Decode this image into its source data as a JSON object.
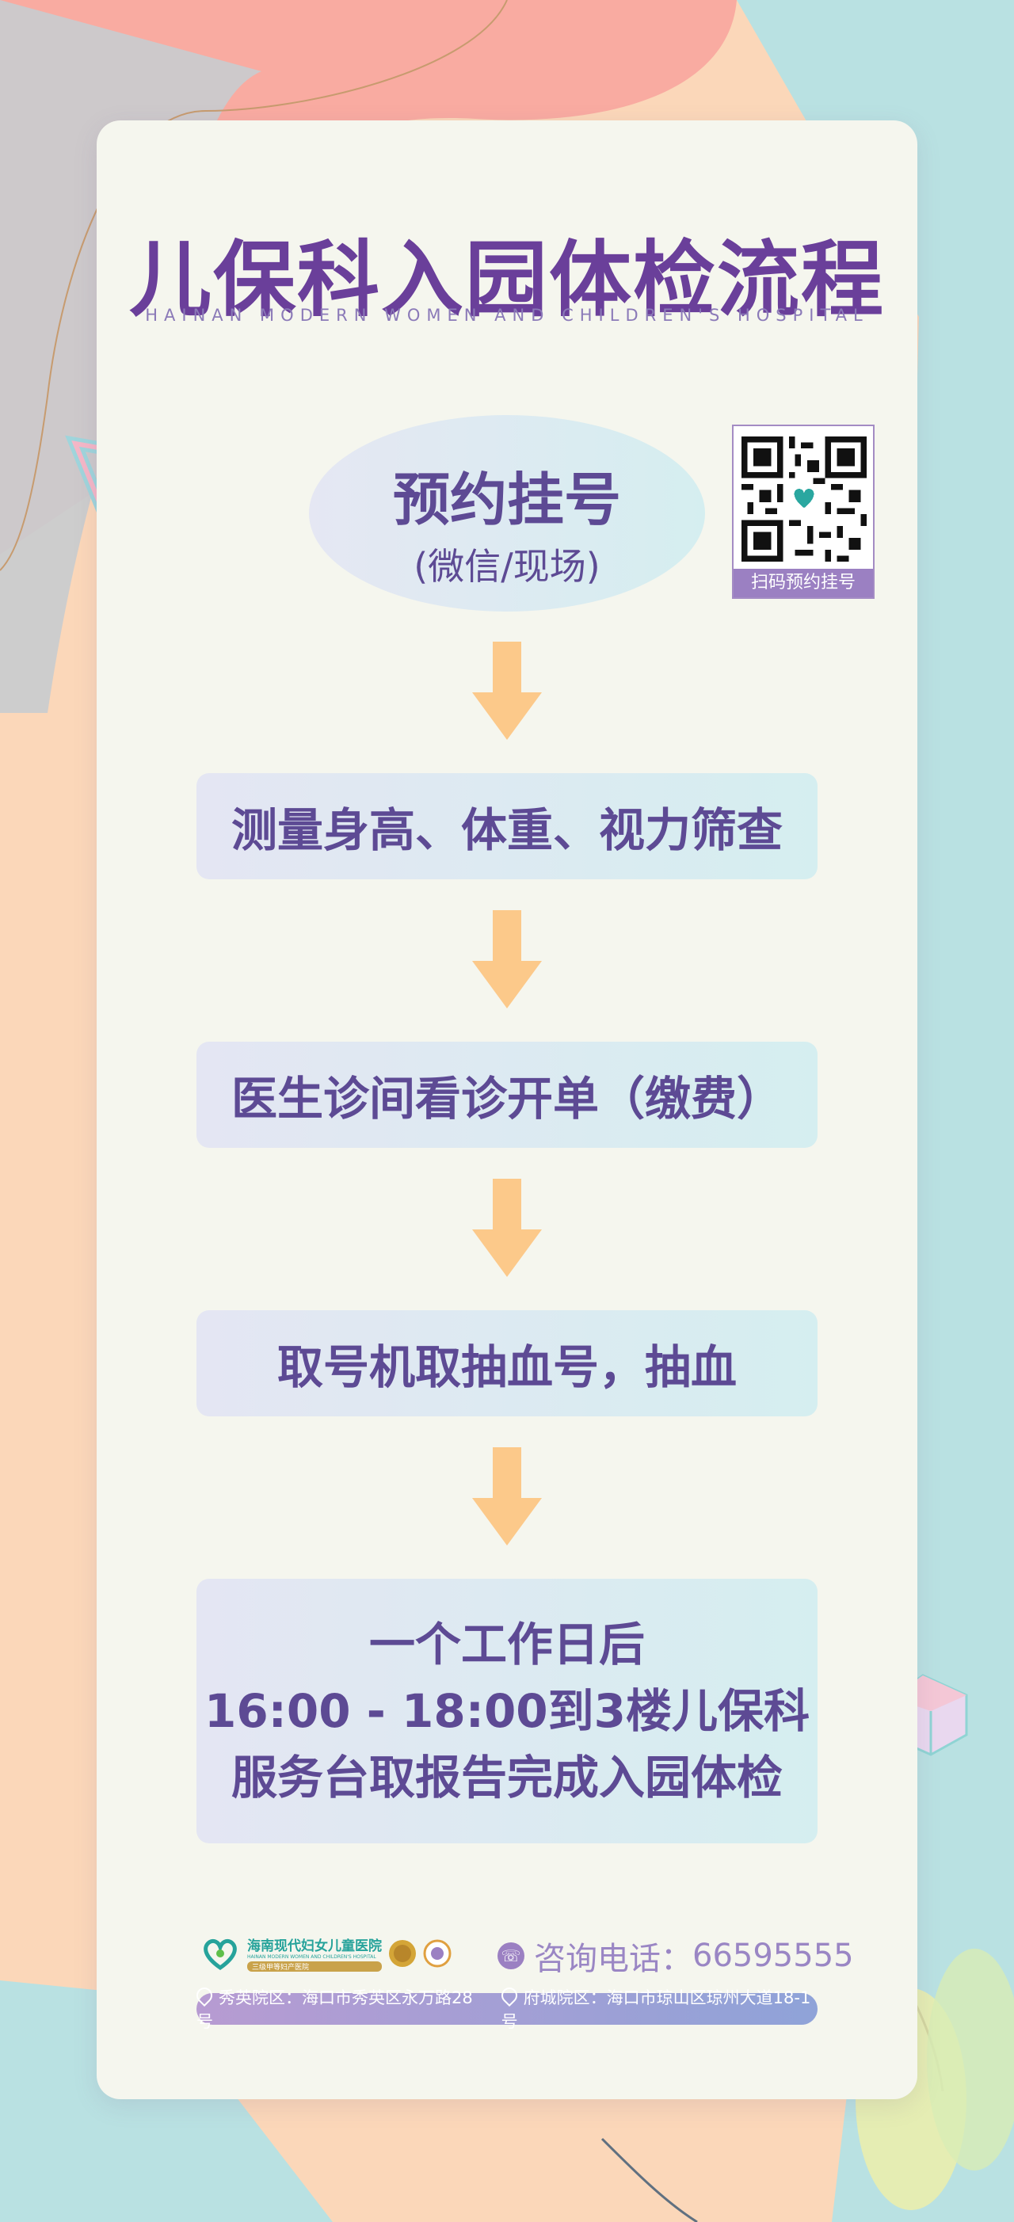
{
  "title": "儿保科入园体检流程",
  "subtitle": "HAINAN MODERN WOMEN AND CHILDREN'S HOSPITAL",
  "booking": {
    "main": "预约挂号",
    "sub": "(微信/现场)"
  },
  "qr": {
    "caption": "扫码预约挂号"
  },
  "steps": [
    {
      "text": "测量身高、体重、视力筛查"
    },
    {
      "text": "医生诊间看诊开单（缴费）"
    },
    {
      "text": "取号机取抽血号，抽血"
    }
  ],
  "final_step": {
    "line1": "一个工作日后",
    "line2": "16:00 - 18:00到3楼儿保科",
    "line3": "服务台取报告完成入园体检"
  },
  "footer": {
    "logo_name": "海南现代妇女儿童医院",
    "logo_en": "HAINAN MODERN WOMEN AND CHILDREN'S HOSPITAL",
    "logo_tag": "三级甲等妇产医院",
    "phone_label": "咨询电话：",
    "phone_number": "66595555",
    "address1": "秀英院区：海口市秀英区永万路28号",
    "address2": "府城院区：海口市琼山区琼州大道18-1号"
  },
  "colors": {
    "accent": "#6a3f9a",
    "arrow": "#fcc98a",
    "card": "#f5f6ee"
  },
  "icons": [
    "qr-code-icon",
    "arrow-down-icon",
    "phone-icon",
    "location-pin-icon",
    "hospital-logo-icon"
  ]
}
